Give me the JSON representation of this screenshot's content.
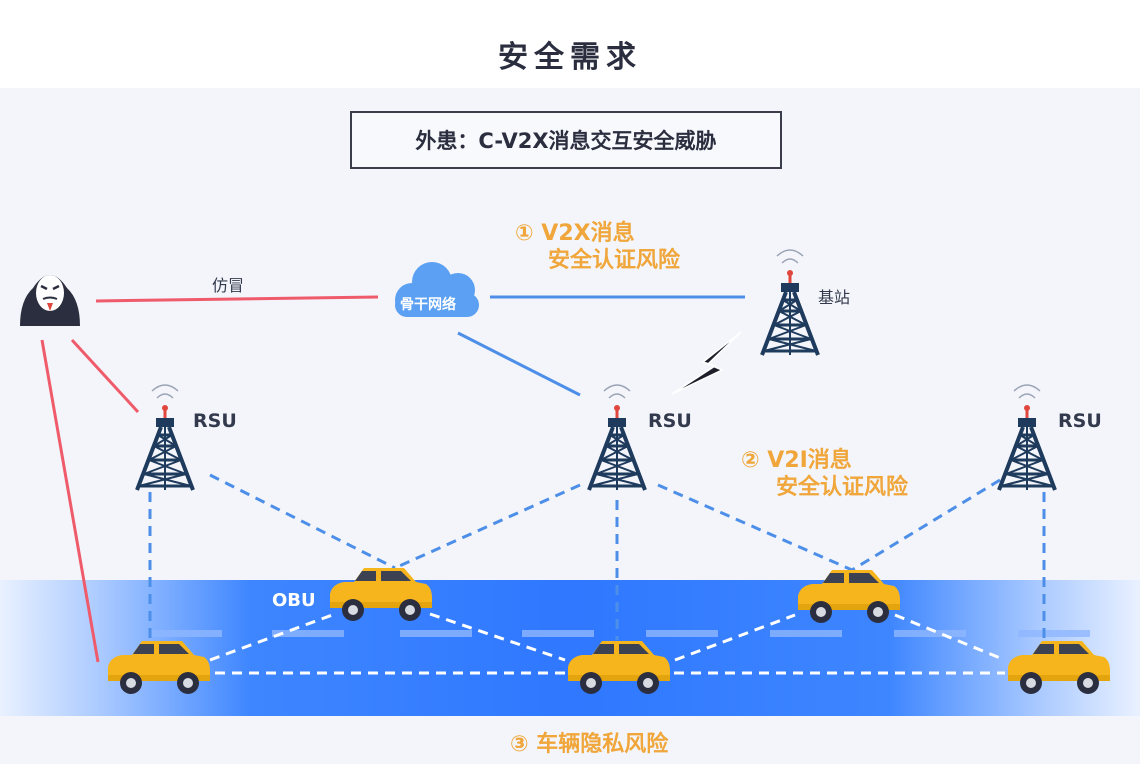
{
  "title": "安全需求",
  "subtitle": "外患：C-V2X消息交互安全威胁",
  "risk1": {
    "line1": "① V2X消息",
    "line2": "安全认证风险"
  },
  "risk2": {
    "line1": "② V2I消息",
    "line2": "安全认证风险"
  },
  "risk3": "③ 车辆隐私风险",
  "attack_label": "仿冒",
  "network_label": "骨干网络",
  "base_station_label": "基站",
  "rsu_label": "RSU",
  "obu_label": "OBU",
  "colors": {
    "risk": "#f0a63a",
    "attack_line": "#ef5b6a",
    "link": "#4d8fe8",
    "road": "#2f78ff",
    "car": "#f7b51d"
  }
}
